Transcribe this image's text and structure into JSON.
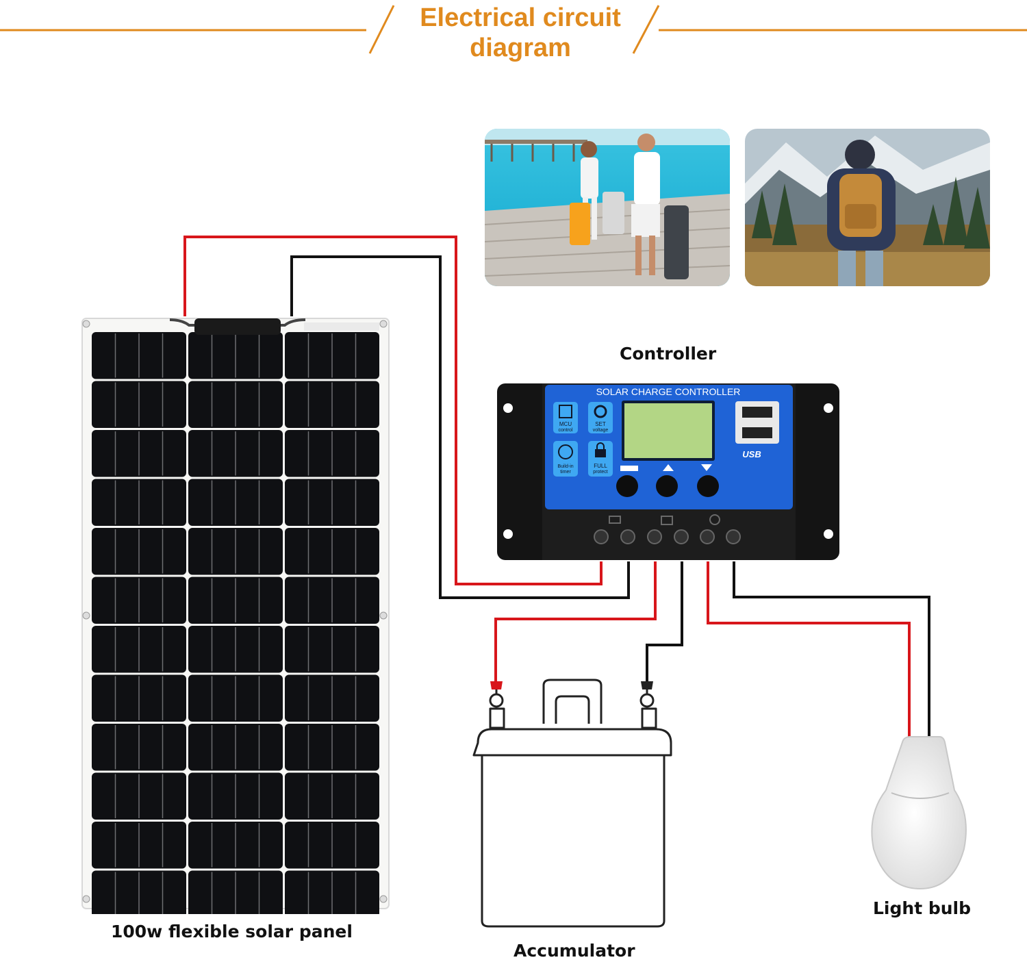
{
  "title": "Electrical circuit diagram",
  "colors": {
    "accent": "#e08a1e",
    "positive_wire": "#d8161b",
    "negative_wire": "#111111",
    "controller_face": "#1f63d6"
  },
  "labels": {
    "controller": "Controller",
    "solar_panel": "100w flexible solar panel",
    "accumulator": "Accumulator",
    "light_bulb": "Light bulb"
  },
  "controller": {
    "heading": "SOLAR CHARGE CONTROLLER",
    "buttons": [
      {
        "line1": "MCU",
        "line2": "control",
        "icon": "chip-icon"
      },
      {
        "line1": "SET",
        "line2": "voltage",
        "icon": "gear-icon"
      },
      {
        "line1": "Build-in",
        "line2": "timer",
        "icon": "clock-icon"
      },
      {
        "line1": "FULL",
        "line2": "protect",
        "icon": "lock-icon"
      }
    ],
    "usb_label": "USB"
  },
  "photos": [
    {
      "subject": "beach-travellers-photo"
    },
    {
      "subject": "mountain-hiker-photo"
    }
  ]
}
